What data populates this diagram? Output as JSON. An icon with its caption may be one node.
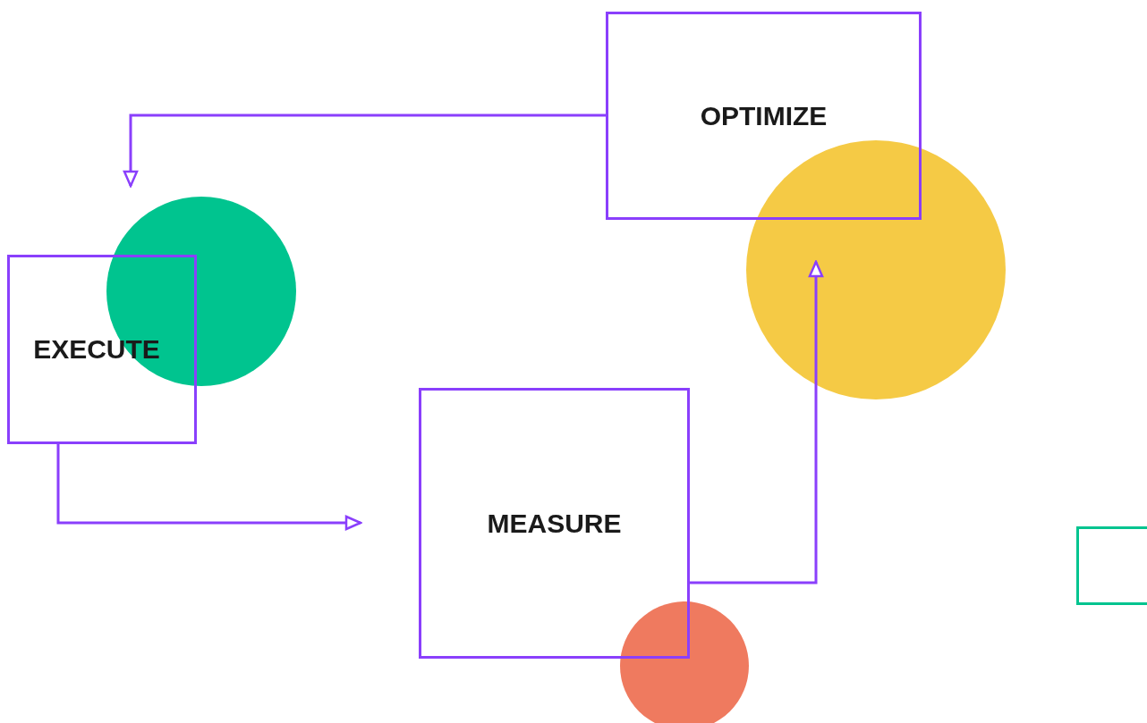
{
  "diagram": {
    "nodes": [
      {
        "text": [
          "OPTIMIZE"
        ]
      },
      {
        "text": [
          "EXECUTE"
        ]
      },
      {
        "text": [
          "MEASURE"
        ]
      },
      {
        "text": [],
        "shape": "box"
      }
    ],
    "edges": [
      {
        "from": 0,
        "to": 1,
        "arrow": "to"
      },
      {
        "from": 1,
        "to": 2,
        "arrow": "to"
      },
      {
        "from": 2,
        "to": 0,
        "arrow": "to"
      }
    ]
  }
}
